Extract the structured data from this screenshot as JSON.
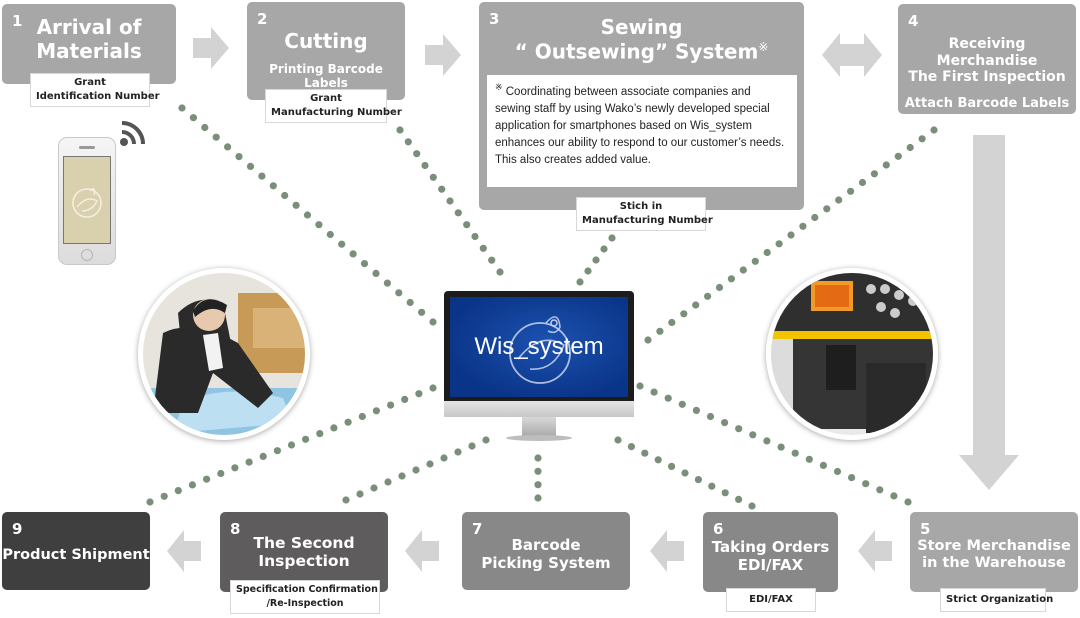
{
  "steps": [
    {
      "num": "1",
      "title_l1": "Arrival of",
      "title_l2": "Materials",
      "tag_l1": "Grant",
      "tag_l2": "Identification Number"
    },
    {
      "num": "2",
      "title_l1": "Cutting",
      "subtitle": "Printing Barcode Labels",
      "tag_l1": "Grant",
      "tag_l2": "Manufacturing Number"
    },
    {
      "num": "3",
      "title_l1": "Sewing",
      "title_l2": "“ Outsewing” System",
      "title_mark": "※",
      "note_mark": "※",
      "note": "Coordinating between associate companies and sewing staff by using Wako’s newly developed special application for smartphones based on Wis_system enhances our ability to respond to our customer’s needs. This also creates added value.",
      "tag_l1": "Stich in",
      "tag_l2": "Manufacturing Number"
    },
    {
      "num": "4",
      "title_l1": "Receiving Merchandise",
      "title_l2": "The First Inspection",
      "subtitle": "Attach Barcode Labels"
    },
    {
      "num": "5",
      "title_l1": "Store Merchandise",
      "title_l2": "in the Warehouse",
      "tag_l1": "Strict Organization"
    },
    {
      "num": "6",
      "title_l1": "Taking Orders",
      "title_l2": "EDI/FAX",
      "tag_l1": "EDI/FAX"
    },
    {
      "num": "7",
      "title_l1": "Barcode",
      "title_l2": "Picking System"
    },
    {
      "num": "8",
      "title_l1": "The Second",
      "title_l2": "Inspection",
      "tag_l1": "Specification Confirmation",
      "tag_l2": "/Re-Inspection"
    },
    {
      "num": "9",
      "title_l1": "Product Shipment"
    }
  ],
  "center": {
    "label": "Wis_system"
  },
  "colors": {
    "box_light": "#a7a7a7",
    "box_mid": "#888888",
    "box_dark2": "#5f5c5d",
    "box_dark": "#3f3f3f",
    "dots": "#7a8f7a",
    "arrow": "#d3d3d3",
    "screen": "#0a3488"
  },
  "icons": [
    "arrow-right-icon",
    "double-arrow-icon",
    "arrow-down-icon",
    "arrow-left-icon",
    "smartphone-icon",
    "wifi-signal-icon",
    "monitor-icon"
  ]
}
